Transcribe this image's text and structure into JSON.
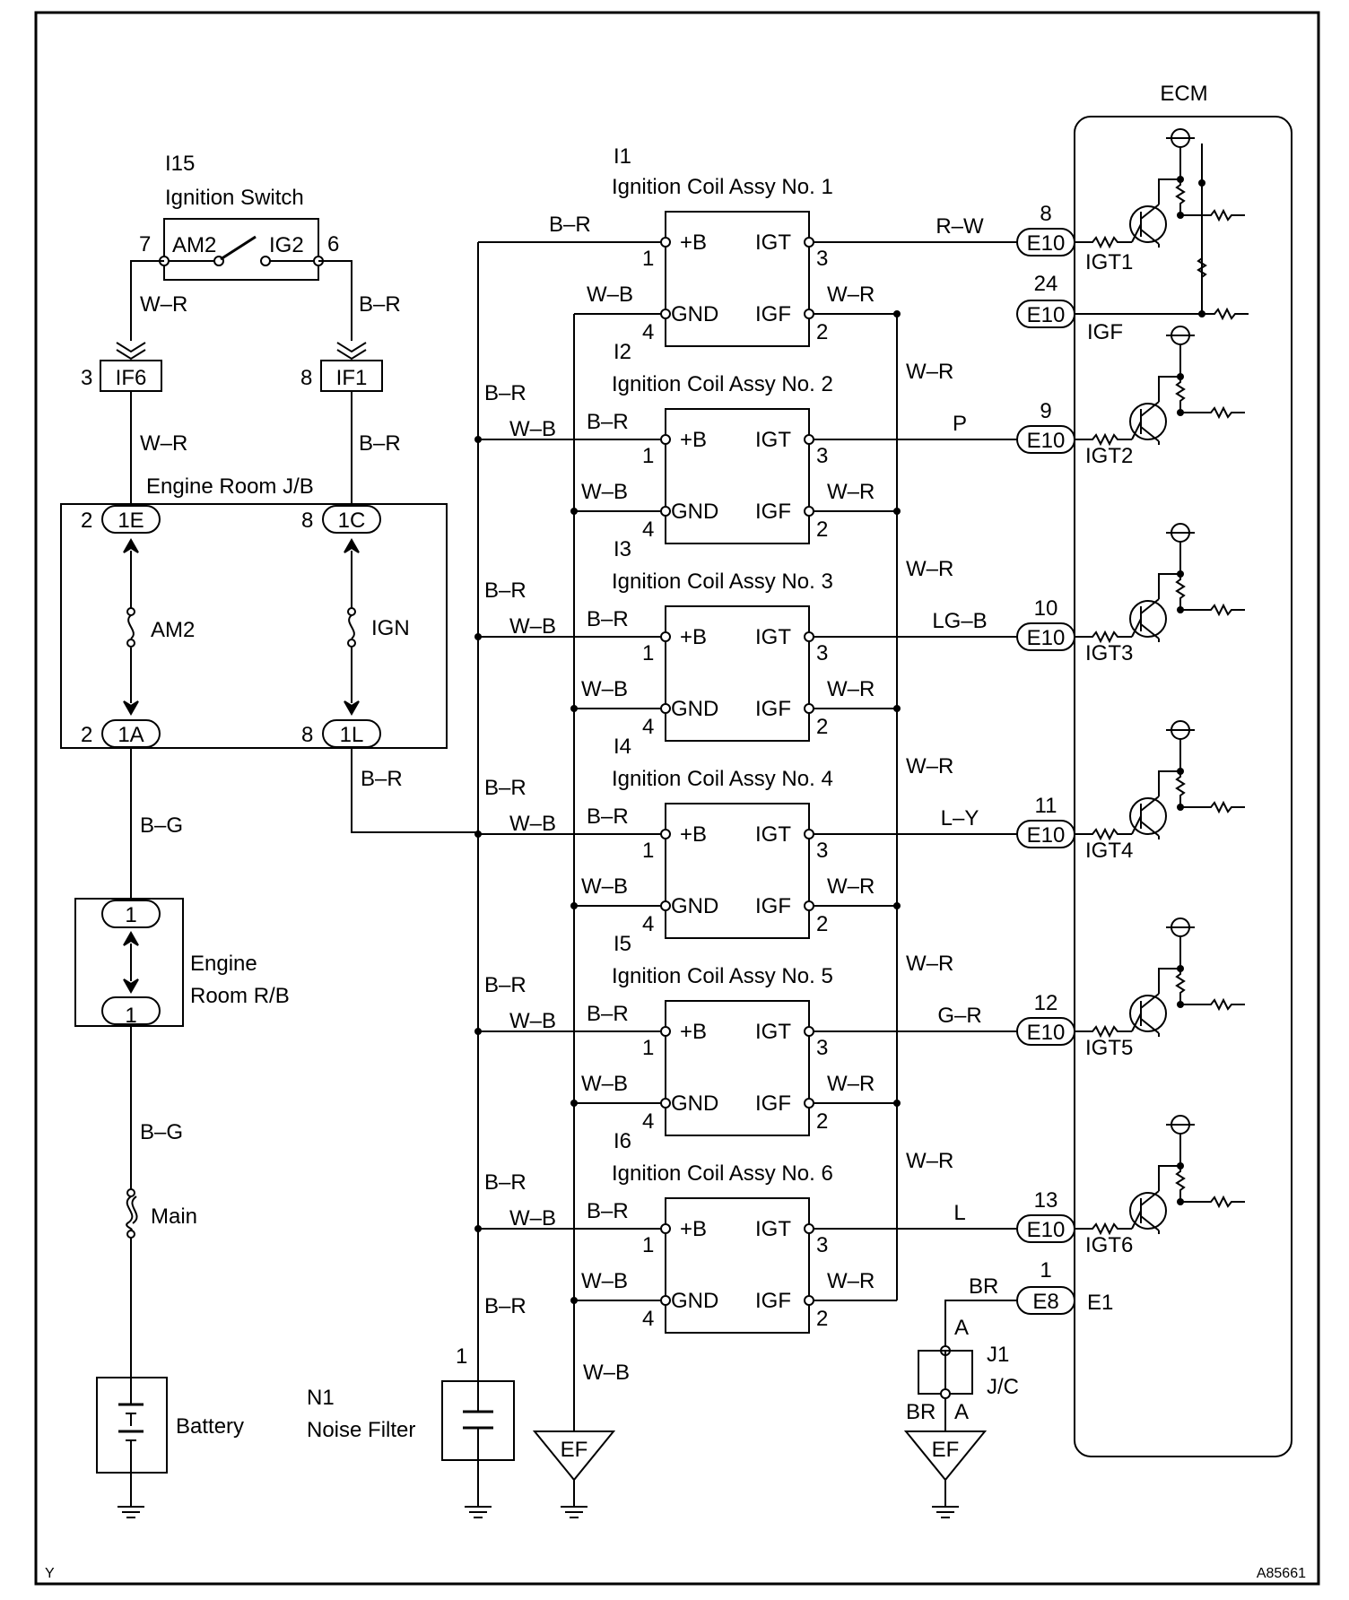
{
  "footer": {
    "left_mark": "Y",
    "figure_code": "A85661"
  },
  "ignition_switch": {
    "id": "I15",
    "name": "Ignition Switch",
    "pin_left": "7",
    "pin_right": "6",
    "contact_left": "AM2",
    "contact_right": "IG2"
  },
  "engine_room_jb": {
    "name": "Engine Room J/B",
    "top_left": {
      "pin": "2",
      "label": "1E"
    },
    "top_right": {
      "pin": "8",
      "label": "1C"
    },
    "bottom_left": {
      "pin": "2",
      "label": "1A"
    },
    "bottom_right": {
      "pin": "8",
      "label": "1L"
    },
    "fuse_left": "AM2",
    "fuse_right": "IGN"
  },
  "connectors": {
    "if6": {
      "pin": "3",
      "label": "IF6"
    },
    "if1": {
      "pin": "8",
      "label": "IF1"
    }
  },
  "engine_room_rb": {
    "line1": "Engine",
    "line2": "Room R/B",
    "pin_top": "1",
    "pin_bottom": "1"
  },
  "main_fuse": "Main",
  "battery": "Battery",
  "noise_filter": {
    "id": "N1",
    "name": "Noise Filter",
    "pin": "1"
  },
  "ground": {
    "ef": "EF"
  },
  "junction": {
    "id": "J1",
    "name": "J/C",
    "pin": "A",
    "wire": "BR"
  },
  "wires": {
    "sw_left": "W–R",
    "sw_right": "B–R",
    "left_lower": "W–R",
    "right_lower": "B–R",
    "jb_out": "B–R",
    "rb_in": "B–G",
    "rb_out": "B–G",
    "coil_feed": "B–R",
    "ground_bus": "W–B",
    "igf_bus": "W–R",
    "e1": "BR"
  },
  "coil_pins": {
    "plus_b": "+B",
    "gnd": "GND",
    "igt": "IGT",
    "igf": "IGF",
    "p1": "1",
    "p2": "2",
    "p3": "3",
    "p4": "4"
  },
  "coils": [
    {
      "id": "I1",
      "name": "Ignition Coil Assy No. 1",
      "igt_wire": "R–W",
      "ecm_pin": "8",
      "ecm_conn": "E10",
      "ecm_signal": "IGT1"
    },
    {
      "id": "I2",
      "name": "Ignition Coil Assy No. 2",
      "igt_wire": "P",
      "ecm_pin": "9",
      "ecm_conn": "E10",
      "ecm_signal": "IGT2"
    },
    {
      "id": "I3",
      "name": "Ignition Coil Assy No. 3",
      "igt_wire": "LG–B",
      "ecm_pin": "10",
      "ecm_conn": "E10",
      "ecm_signal": "IGT3"
    },
    {
      "id": "I4",
      "name": "Ignition Coil Assy No. 4",
      "igt_wire": "L–Y",
      "ecm_pin": "11",
      "ecm_conn": "E10",
      "ecm_signal": "IGT4"
    },
    {
      "id": "I5",
      "name": "Ignition Coil Assy No. 5",
      "igt_wire": "G–R",
      "ecm_pin": "12",
      "ecm_conn": "E10",
      "ecm_signal": "IGT5"
    },
    {
      "id": "I6",
      "name": "Ignition Coil Assy No. 6",
      "igt_wire": "L",
      "ecm_pin": "13",
      "ecm_conn": "E10",
      "ecm_signal": "IGT6"
    }
  ],
  "ecm": {
    "name": "ECM",
    "igf": {
      "pin": "24",
      "conn": "E10",
      "signal": "IGF"
    },
    "e1": {
      "pin": "1",
      "conn": "E8",
      "signal": "E1"
    }
  }
}
